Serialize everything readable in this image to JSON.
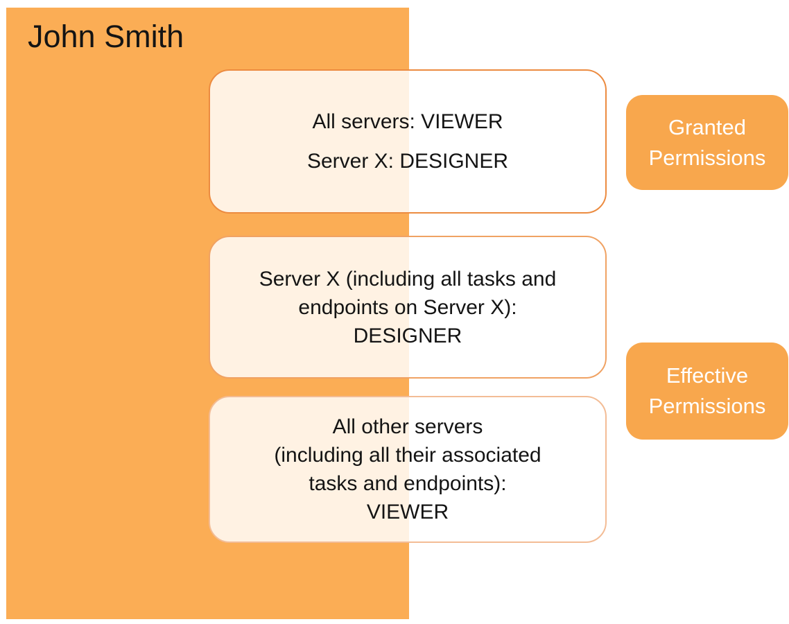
{
  "user": {
    "name": "John Smith"
  },
  "granted": {
    "box": {
      "lines": [
        "All servers: VIEWER",
        "Server X: DESIGNER"
      ]
    },
    "badge": {
      "lines": [
        "Granted",
        "Permissions"
      ]
    }
  },
  "effective": {
    "boxes": [
      {
        "lines": [
          "Server X (including all tasks and",
          "endpoints on Server X):",
          "DESIGNER"
        ]
      },
      {
        "lines": [
          "All other servers",
          "(including all their associated",
          "tasks and endpoints):",
          "VIEWER"
        ]
      }
    ],
    "badge": {
      "lines": [
        "Effective",
        "Permissions"
      ]
    }
  },
  "colors": {
    "panel-orange": "#FBAD55",
    "badge-orange": "#F8A74D",
    "border-1": "#EC8B40",
    "border-2": "#F0A263",
    "border-3": "#F3BC95",
    "box-fill": "rgba(255,255,255,0.84)",
    "text-dark": "#141414",
    "badge-text": "#FFFFFF"
  }
}
